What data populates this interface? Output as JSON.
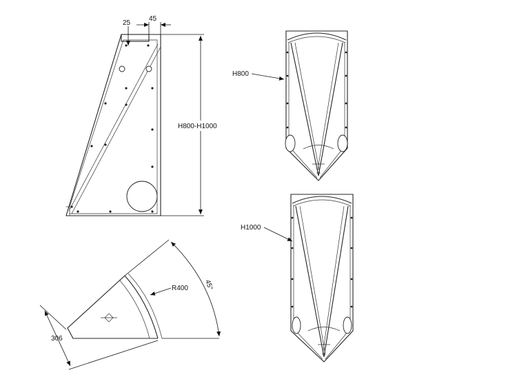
{
  "drawing": {
    "side_view": {
      "dim_top_left": "25",
      "dim_top_right": "45",
      "dim_height": "H800-H1000"
    },
    "top_right_view": {
      "label": "H800"
    },
    "bottom_right_view": {
      "label": "H1000"
    },
    "plan_view": {
      "radius_label": "R400",
      "angle_label": "45°",
      "width_label": "306"
    }
  }
}
